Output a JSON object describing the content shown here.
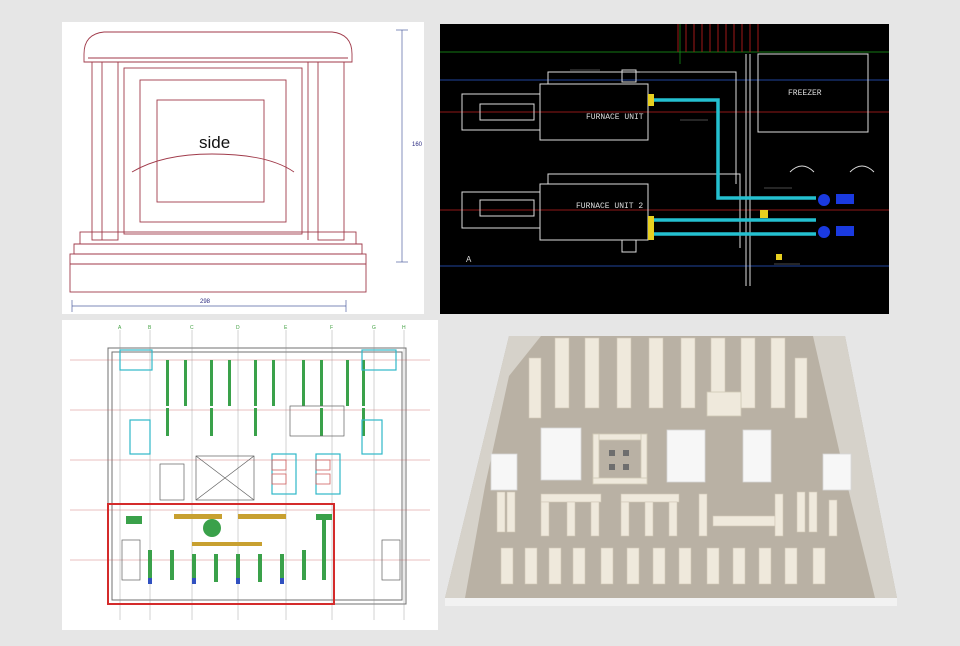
{
  "side_view": {
    "label": "side",
    "height_dim": "160",
    "width_dim": "298"
  },
  "furnace_plan": {
    "unit1": "FURNACE UNIT",
    "unit2": "FURNACE UNIT 2",
    "freezer": "FREEZER",
    "marker": "A"
  },
  "floor_plan": {
    "columns": [
      "A",
      "B",
      "C",
      "D",
      "E",
      "F",
      "G",
      "H"
    ],
    "highlight_color": "#d42b2b",
    "shelf_color": "#3aa14a",
    "accent_color": "#c8a030"
  },
  "render_3d": {
    "floor_color": "#b9b1a4",
    "shelf_color": "#efe9dc"
  }
}
